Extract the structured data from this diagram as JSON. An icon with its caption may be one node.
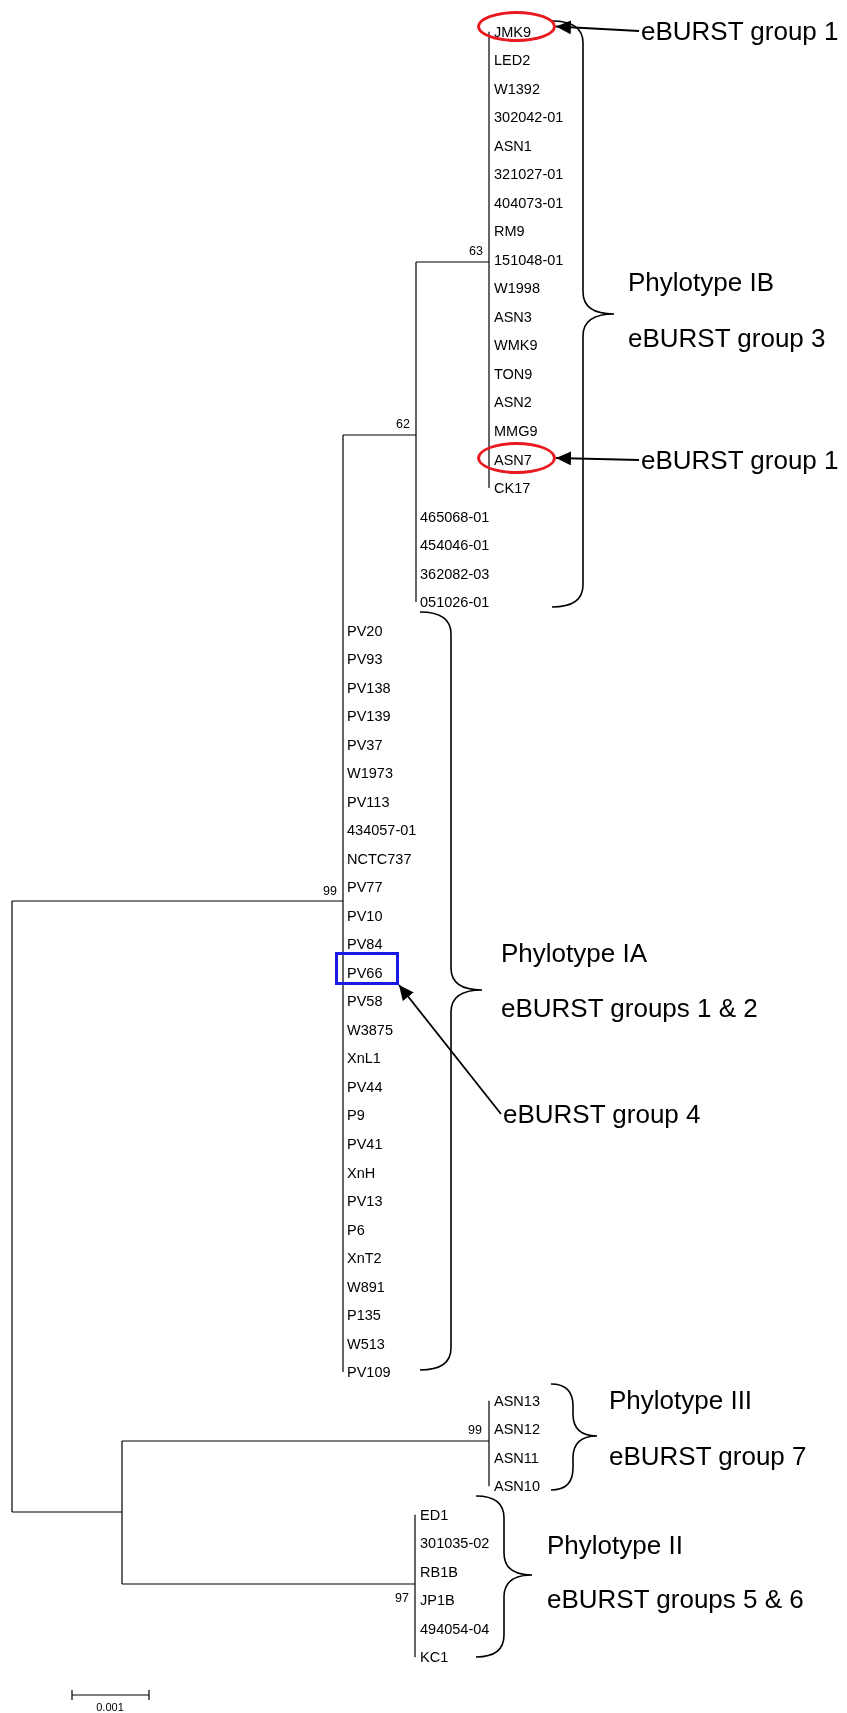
{
  "diagram": {
    "nodes": [
      {
        "text": [
          "JMK9"
        ]
      },
      {
        "text": [
          "eBURST group 1"
        ]
      },
      {
        "text": [
          "ASN7"
        ]
      },
      {
        "text": [
          "eBURST group 1"
        ]
      },
      {
        "text": [
          "PV66"
        ]
      },
      {
        "text": [
          "eBURST group 4"
        ]
      }
    ],
    "edges": [
      {
        "from": 1,
        "to": 0,
        "arrow": "to"
      },
      {
        "from": 3,
        "to": 2,
        "arrow": "to"
      },
      {
        "from": 5,
        "to": 4,
        "arrow": "to"
      }
    ],
    "labels": [
      "LED2",
      "W1392",
      "302042-01",
      "ASN1",
      "321027-01",
      "404073-01",
      "RM9",
      "63",
      "151048-01",
      "W1998",
      "Phylotype IB",
      "ASN3",
      "eBURST group 3",
      "WMK9",
      "TON9",
      "62",
      "ASN2",
      "MMG9",
      "CK17",
      "465068-01",
      "454046-01",
      "362082-03",
      "051026-01",
      "PV20",
      "PV93",
      "PV138",
      "PV139",
      "PV37",
      "W1973",
      "PV113",
      "434057-01",
      "NCTC737",
      "99",
      "PV77",
      "PV10",
      "PV84",
      "Phylotype IA",
      "PV58",
      "eBURST groups 1 & 2",
      "W3875",
      "XnL1",
      "PV44",
      "P9",
      "PV41",
      "XnH",
      "PV13",
      "P6",
      "XnT2",
      "W891",
      "P135",
      "W513",
      "PV109",
      "ASN13",
      "Phylotype III",
      "ASN12",
      "99",
      "ASN11",
      "eBURST group 7",
      "ASN10",
      "ED1",
      "301035-02",
      "Phylotype II",
      "RB1B",
      "97",
      "JP1B",
      "eBURST groups 5 & 6",
      "494054-04",
      "KC1",
      "0.001"
    ]
  }
}
